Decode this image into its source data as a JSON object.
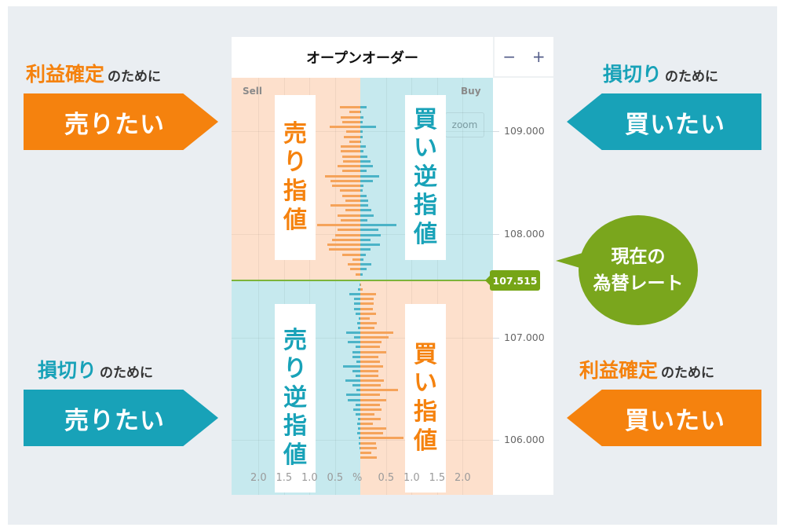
{
  "colors": {
    "orange": "#f5820e",
    "teal": "#18a2b8",
    "sell_zone_bg": "#fde0cc",
    "buy_zone_bg": "#c6e9ee",
    "bar_orange": "#f5a35a",
    "bar_teal": "#4bb3c7",
    "rate_green": "#76a516"
  },
  "callouts": {
    "top_left": {
      "keyword": "利益確定",
      "suffix": "のために",
      "action": "売りたい"
    },
    "top_right": {
      "keyword": "損切り",
      "suffix": "のために",
      "action": "買いたい"
    },
    "bottom_left": {
      "keyword": "損切り",
      "suffix": "のために",
      "action": "売りたい"
    },
    "bottom_right": {
      "keyword": "利益確定",
      "suffix": "のために",
      "action": "買いたい"
    }
  },
  "panel": {
    "title": "オープンオーダー",
    "zoom_out": "−",
    "zoom_in": "+",
    "sell_label": "Sell",
    "buy_label": "Buy",
    "zoom_button": "zoom"
  },
  "quadrant_labels": {
    "upper_left": [
      "売",
      "り",
      "指",
      "値"
    ],
    "upper_right": [
      "買",
      "い",
      "逆",
      "指",
      "値"
    ],
    "lower_left": [
      "売",
      "り",
      "逆",
      "指",
      "値"
    ],
    "lower_right": [
      "買",
      "い",
      "指",
      "値"
    ]
  },
  "bubble": {
    "line1": "現在の",
    "line2": "為替レート"
  },
  "chart_data": {
    "type": "bar",
    "title": "オープンオーダー",
    "orientation": "horizontal-butterfly",
    "xlabel": "%",
    "x_ticks_left": [
      "2.0",
      "1.5",
      "1.0",
      "0.5"
    ],
    "x_center_label": "%",
    "x_ticks_right": [
      "0.5",
      "1.0",
      "1.5",
      "2.0"
    ],
    "y_ticks": [
      "109.000",
      "108.000",
      "107.000",
      "106.000"
    ],
    "current_rate": "107.515",
    "legend": [
      "Sell",
      "Buy"
    ],
    "series_note": "Upper half (above current rate): sell = 売り指値 (orange), buy = 買い逆指値 (teal). Lower half: sell = 売り逆指値 (teal), buy = 買い指値 (orange). Values in % of open orders.",
    "price_levels_above": [
      109.25,
      109.2,
      109.15,
      109.1,
      109.05,
      109.0,
      108.95,
      108.9,
      108.85,
      108.8,
      108.75,
      108.7,
      108.65,
      108.6,
      108.55,
      108.5,
      108.45,
      108.4,
      108.35,
      108.3,
      108.25,
      108.2,
      108.15,
      108.1,
      108.05,
      108.0,
      107.95,
      107.9,
      107.85,
      107.8,
      107.75,
      107.7,
      107.65,
      107.6,
      107.55
    ],
    "sell_above": [
      0.4,
      0.22,
      0.38,
      0.35,
      0.6,
      0.28,
      0.32,
      0.22,
      0.38,
      0.38,
      0.35,
      0.34,
      0.45,
      0.36,
      0.7,
      0.58,
      0.55,
      0.4,
      0.36,
      0.3,
      0.58,
      0.3,
      0.45,
      0.38,
      0.85,
      0.45,
      0.5,
      0.55,
      0.65,
      0.62,
      0.35,
      0.15,
      0.25,
      0.2,
      0.1
    ],
    "buy_above": [
      0.12,
      0.02,
      0.06,
      0.04,
      0.3,
      0.04,
      0.04,
      0.02,
      0.1,
      0.06,
      0.14,
      0.2,
      0.24,
      0.12,
      0.37,
      0.24,
      0.06,
      0.04,
      0.12,
      0.16,
      0.16,
      0.22,
      0.26,
      0.14,
      0.7,
      0.35,
      0.4,
      0.2,
      0.38,
      0.2,
      0.1,
      0.06,
      0.22,
      0.12,
      0.04
    ],
    "price_levels_below": [
      107.5,
      107.45,
      107.4,
      107.35,
      107.3,
      107.25,
      107.2,
      107.15,
      107.1,
      107.05,
      107.0,
      106.95,
      106.9,
      106.85,
      106.8,
      106.75,
      106.7,
      106.65,
      106.6,
      106.55,
      106.5,
      106.45,
      106.4,
      106.35,
      106.3,
      106.25,
      106.2,
      106.15,
      106.1,
      106.05,
      106.0,
      105.95,
      105.9,
      105.85,
      105.8
    ],
    "sell_below": [
      0.02,
      0.04,
      0.22,
      0.12,
      0.12,
      0.12,
      0.1,
      0.03,
      0.06,
      0.05,
      0.28,
      0.12,
      0.24,
      0.1,
      0.16,
      0.16,
      0.08,
      0.34,
      0.16,
      0.1,
      0.3,
      0.15,
      0.08,
      0.28,
      0.24,
      0.1,
      0.14,
      0.1,
      0.04,
      0.06,
      0.04,
      0.06,
      0.03,
      0.03,
      0.02
    ],
    "buy_below": [
      0.02,
      0.04,
      0.3,
      0.26,
      0.26,
      0.24,
      0.3,
      0.18,
      0.32,
      0.28,
      0.64,
      0.55,
      0.42,
      0.38,
      0.5,
      0.36,
      0.38,
      0.45,
      0.36,
      0.36,
      0.46,
      0.4,
      0.74,
      0.38,
      0.5,
      0.38,
      0.42,
      0.28,
      0.4,
      0.25,
      0.5,
      0.45,
      0.85,
      0.3,
      0.32,
      0.22,
      0.32
    ],
    "xlim": [
      -2.0,
      2.0
    ],
    "ylim": [
      105.75,
      109.35
    ],
    "grid": true
  }
}
